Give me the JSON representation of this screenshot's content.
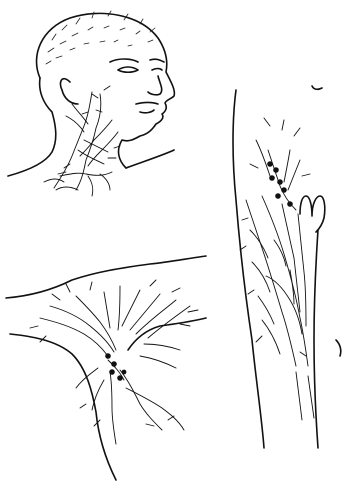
{
  "illustration": {
    "panels": [
      {
        "id": "head-neck",
        "icon": "head-neck-lymph-icon"
      },
      {
        "id": "axilla",
        "icon": "armpit-lymph-icon"
      },
      {
        "id": "groin-leg",
        "icon": "leg-lymph-icon"
      }
    ],
    "colors": {
      "ink": "#111111",
      "background": "#ffffff"
    }
  }
}
